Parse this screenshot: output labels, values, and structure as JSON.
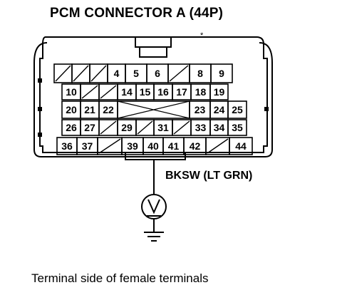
{
  "title": "PCM CONNECTOR A (44P)",
  "wire_label": "BKSW (LT GRN)",
  "caption": "Terminal side of female terminals",
  "marker": "*",
  "rows": [
    [
      {
        "t": "x"
      },
      {
        "t": "x"
      },
      {
        "t": "x"
      },
      {
        "t": "n",
        "v": "4"
      },
      {
        "t": "n",
        "v": "5"
      },
      {
        "t": "n",
        "v": "6"
      },
      {
        "t": "x"
      },
      {
        "t": "n",
        "v": "8"
      },
      {
        "t": "n",
        "v": "9"
      }
    ],
    [
      {
        "t": "n",
        "v": "10"
      },
      {
        "t": "x"
      },
      {
        "t": "x"
      },
      {
        "t": "n",
        "v": "14"
      },
      {
        "t": "n",
        "v": "15"
      },
      {
        "t": "n",
        "v": "16"
      },
      {
        "t": "n",
        "v": "17"
      },
      {
        "t": "n",
        "v": "18"
      },
      {
        "t": "n",
        "v": "19"
      }
    ],
    [
      {
        "t": "n",
        "v": "20"
      },
      {
        "t": "n",
        "v": "21"
      },
      {
        "t": "n",
        "v": "22"
      },
      {
        "t": "gap"
      },
      {
        "t": "n",
        "v": "23"
      },
      {
        "t": "n",
        "v": "24"
      },
      {
        "t": "n",
        "v": "25"
      }
    ],
    [
      {
        "t": "n",
        "v": "26"
      },
      {
        "t": "n",
        "v": "27"
      },
      {
        "t": "x"
      },
      {
        "t": "n",
        "v": "29"
      },
      {
        "t": "x"
      },
      {
        "t": "n",
        "v": "31"
      },
      {
        "t": "x"
      },
      {
        "t": "n",
        "v": "33"
      },
      {
        "t": "n",
        "v": "34"
      },
      {
        "t": "n",
        "v": "35"
      }
    ],
    [
      {
        "t": "n",
        "v": "36"
      },
      {
        "t": "n",
        "v": "37"
      },
      {
        "t": "x"
      },
      {
        "t": "n",
        "v": "39"
      },
      {
        "t": "n",
        "v": "40"
      },
      {
        "t": "n",
        "v": "41"
      },
      {
        "t": "n",
        "v": "42"
      },
      {
        "t": "x"
      },
      {
        "t": "n",
        "v": "44"
      }
    ]
  ],
  "probe_terminal": "40",
  "meter": "voltmeter-icon",
  "ground": "ground-icon"
}
